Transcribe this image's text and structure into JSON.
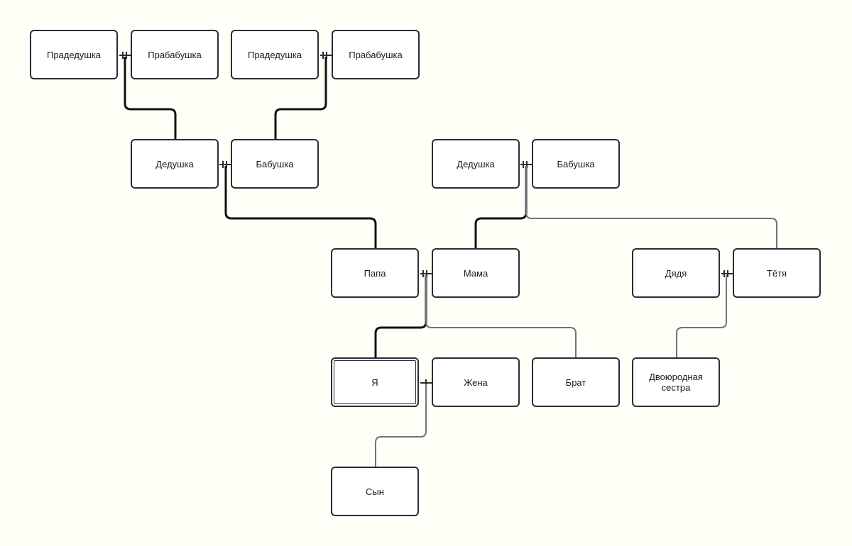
{
  "tree": {
    "great_grandfather_paternal_1": "Прадедушка",
    "great_grandmother_paternal_1": "Прабабушка",
    "great_grandfather_paternal_2": "Прадедушка",
    "great_grandmother_paternal_2": "Прабабушка",
    "grandfather_paternal": "Дедушка",
    "grandmother_paternal": "Бабушка",
    "grandfather_maternal": "Дедушка",
    "grandmother_maternal": "Бабушка",
    "father": "Папа",
    "mother": "Мама",
    "uncle": "Дядя",
    "aunt": "Тётя",
    "me": "Я",
    "wife": "Жена",
    "brother": "Брат",
    "cousin": "Двоюродная сестра",
    "son": "Сын"
  },
  "colors": {
    "background": "#fffff8",
    "node_border": "#2a2d33",
    "link_direct": "#111111",
    "link_relative": "#6e7278"
  }
}
